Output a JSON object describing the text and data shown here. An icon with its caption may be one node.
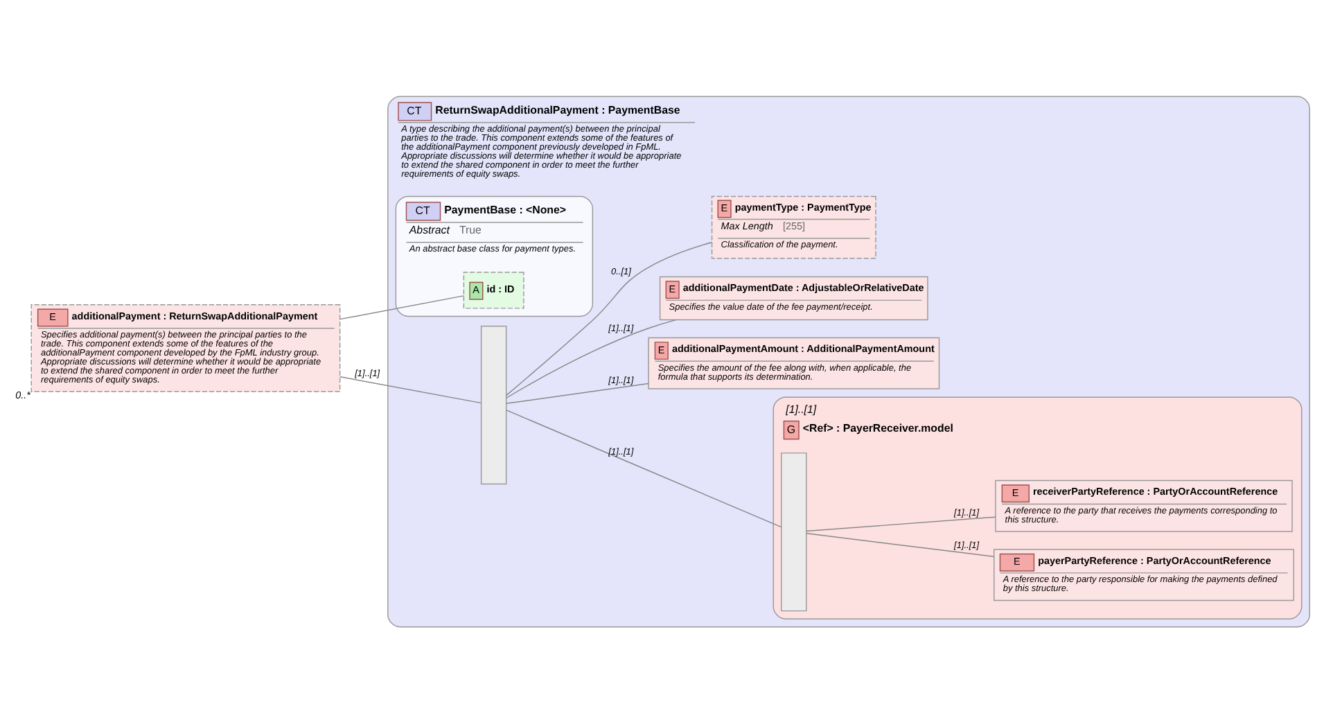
{
  "diagram": {
    "nodes": [
      {
        "text": [
          "E",
          "additionalPayment : ReturnSwapAdditionalPayment",
          "Specifies additional payment(s) between the principal parties to the trade. This component extends some of the features of the additionalPayment component developed by the FpML industry group. Appropriate discussions will determine whether it would be appropriate to extend the shared component in order to meet the further requirements of equity swaps."
        ],
        "beside": [
          "0..*"
        ]
      },
      {
        "text": [
          "CT",
          "ReturnSwapAdditionalPayment : PaymentBase",
          "A type describing the additional payment(s) between the principal parties to the trade. This component extends some of the features of the additionalPayment component previously developed in FpML. Appropriate discussions will determine whether it would be appropriate to extend the shared component in order to meet the further requirements of equity swaps."
        ]
      },
      {
        "text": [
          "CT",
          "PaymentBase : <None>",
          "Abstract",
          "True",
          "An abstract base class for payment types."
        ],
        "in": 1
      },
      {
        "text": [
          "A",
          "id : ID"
        ],
        "in": 2
      },
      {
        "text": [],
        "shape": "box",
        "in": 1
      },
      {
        "text": [
          "G",
          "<Ref> : PayerReceiver.model"
        ],
        "beside": [
          "[1]..[1]"
        ],
        "in": 1
      },
      {
        "text": [],
        "shape": "box",
        "in": 5
      },
      {
        "text": [
          "E",
          "payerPartyReference : PartyOrAccountReference",
          "A reference to the party responsible for making the payments defined by this structure."
        ],
        "in": 5
      },
      {
        "text": [
          "E",
          "receiverPartyReference : PartyOrAccountReference",
          "A reference to the party that receives the payments corresponding to this structure."
        ],
        "in": 5
      },
      {
        "text": [
          "E",
          "additionalPaymentAmount : AdditionalPaymentAmount",
          "Specifies the amount of the fee along with, when applicable, the formula that supports its determination."
        ],
        "in": 1
      },
      {
        "text": [
          "E",
          "additionalPaymentDate : AdjustableOrRelativeDate",
          "Specifies the value date of the fee payment/receipt."
        ],
        "in": 1
      },
      {
        "text": [
          "E",
          "paymentType : PaymentType",
          "Max Length",
          "[255]",
          "Classification of the payment."
        ],
        "in": 1
      }
    ],
    "edges": [
      {
        "from": 0,
        "to": 3,
        "arrow": "none"
      },
      {
        "from": 0,
        "to": 4,
        "label": "[1]..[1]",
        "arrow": "none"
      },
      {
        "from": 4,
        "to": 6,
        "label": "[1]..[1]",
        "arrow": "none"
      },
      {
        "from": 6,
        "to": 7,
        "label": "[1]..[1]",
        "arrow": "none"
      },
      {
        "from": 6,
        "to": 8,
        "label": "[1]..[1]",
        "arrow": "none"
      },
      {
        "from": 4,
        "to": 9,
        "label": "[1]..[1]",
        "arrow": "none"
      },
      {
        "from": 4,
        "to": 10,
        "label": "[1]..[1]",
        "arrow": "none"
      },
      {
        "from": 4,
        "to": 11,
        "label": "0..[1]",
        "arrow": "none"
      }
    ]
  }
}
